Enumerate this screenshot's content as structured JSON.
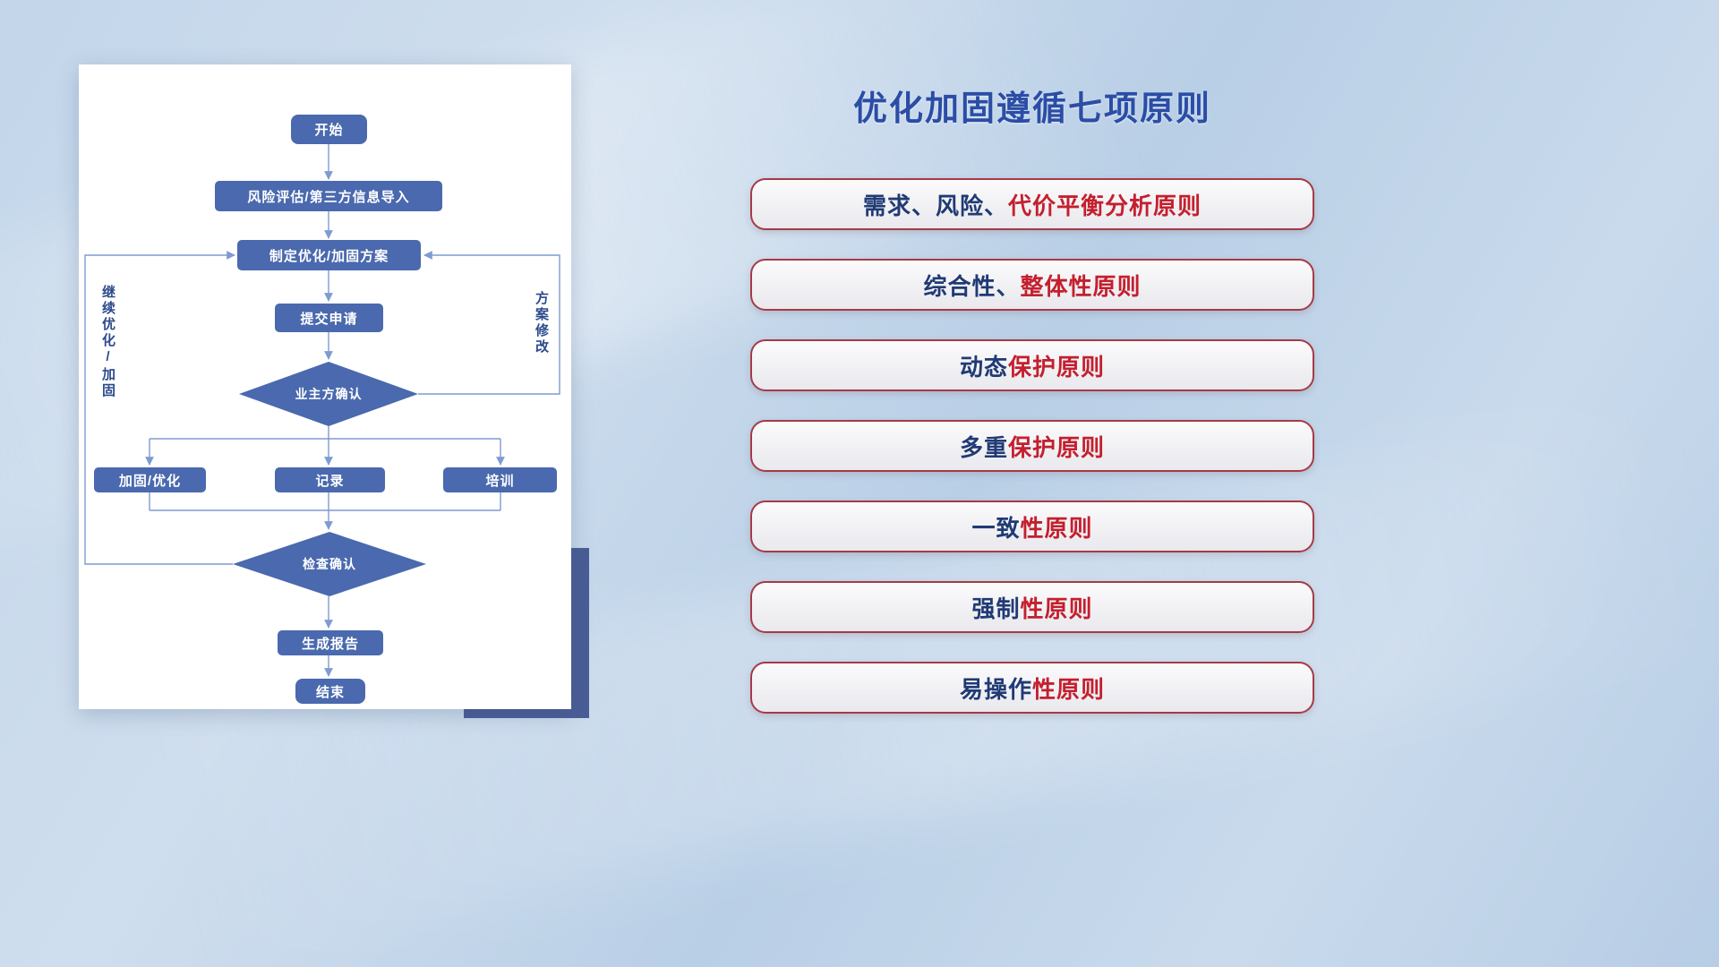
{
  "flowchart": {
    "nodes": {
      "start": "开始",
      "risk_import": "风险评估/第三方信息导入",
      "make_plan": "制定优化/加固方案",
      "submit": "提交申请",
      "owner_confirm": "业主方确认",
      "harden": "加固/优化",
      "record": "记录",
      "training": "培训",
      "check_confirm": "检查确认",
      "report": "生成报告",
      "end": "结束"
    },
    "edge_labels": {
      "continue_optimize": "继续优化/加固",
      "plan_modify": "方案修改"
    },
    "colors": {
      "node_fill": "#4a69ae",
      "connector": "#7f9bd1",
      "label_text": "#2c4a8c"
    }
  },
  "principles": {
    "title": "优化加固遵循七项原则",
    "items": [
      {
        "prefix": "需求、风险、",
        "suffix": "代价平衡分析原则"
      },
      {
        "prefix": "综合性、",
        "suffix": "整体性原则"
      },
      {
        "prefix": "动态",
        "suffix": "保护原则"
      },
      {
        "prefix": "多重",
        "suffix": "保护原则"
      },
      {
        "prefix": "一致",
        "suffix": "性原则"
      },
      {
        "prefix": "强制",
        "suffix": "性原则"
      },
      {
        "prefix": "易操作",
        "suffix": "性原则"
      }
    ],
    "colors": {
      "title": "#2b4da6",
      "prefix": "#203a74",
      "suffix": "#c41f2e",
      "pill_border": "#a63a46"
    }
  }
}
